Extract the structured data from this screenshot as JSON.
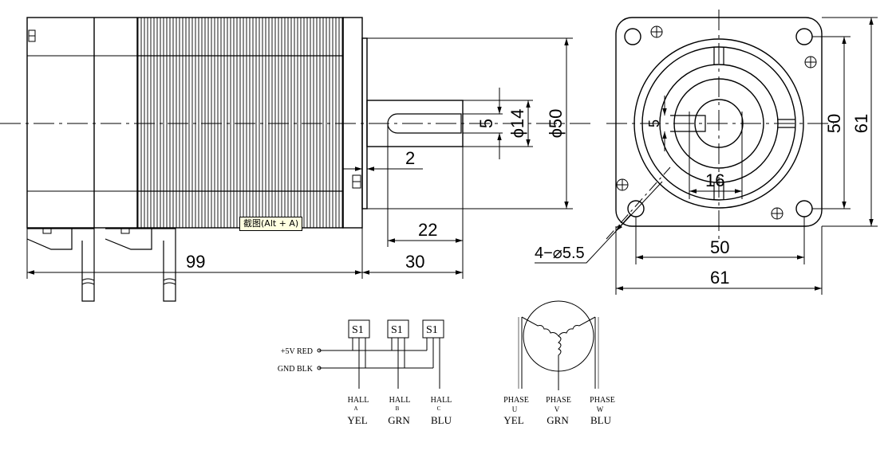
{
  "tooltip": "截图(Alt + A)",
  "side_view": {
    "dims": {
      "length": "99",
      "shaft_length": "30",
      "key_length": "22",
      "flange_thickness": "2",
      "key_width": "5",
      "shaft_diameter": "ϕ14",
      "pilot_diameter": "ϕ50"
    }
  },
  "front_view": {
    "dims": {
      "bolt_spacing_h": "50",
      "flange_h": "61",
      "bolt_spacing_v": "50",
      "flange_v": "61",
      "key_depth": "16",
      "key_width": "5",
      "holes": "4−⌀5.5"
    }
  },
  "hall_circuit": {
    "sensors": [
      "S1",
      "S1",
      "S1"
    ],
    "supply": [
      {
        "label": "+5V RED"
      },
      {
        "label": "GND BLK"
      }
    ],
    "outputs": [
      {
        "name": "HALL",
        "sub": "A",
        "color": "YEL"
      },
      {
        "name": "HALL",
        "sub": "B",
        "color": "GRN"
      },
      {
        "name": "HALL",
        "sub": "C",
        "color": "BLU"
      }
    ]
  },
  "phase_circuit": {
    "outputs": [
      {
        "name": "PHASE",
        "sub": "U",
        "color": "YEL"
      },
      {
        "name": "PHASE",
        "sub": "V",
        "color": "GRN"
      },
      {
        "name": "PHASE",
        "sub": "W",
        "color": "BLU"
      }
    ]
  }
}
